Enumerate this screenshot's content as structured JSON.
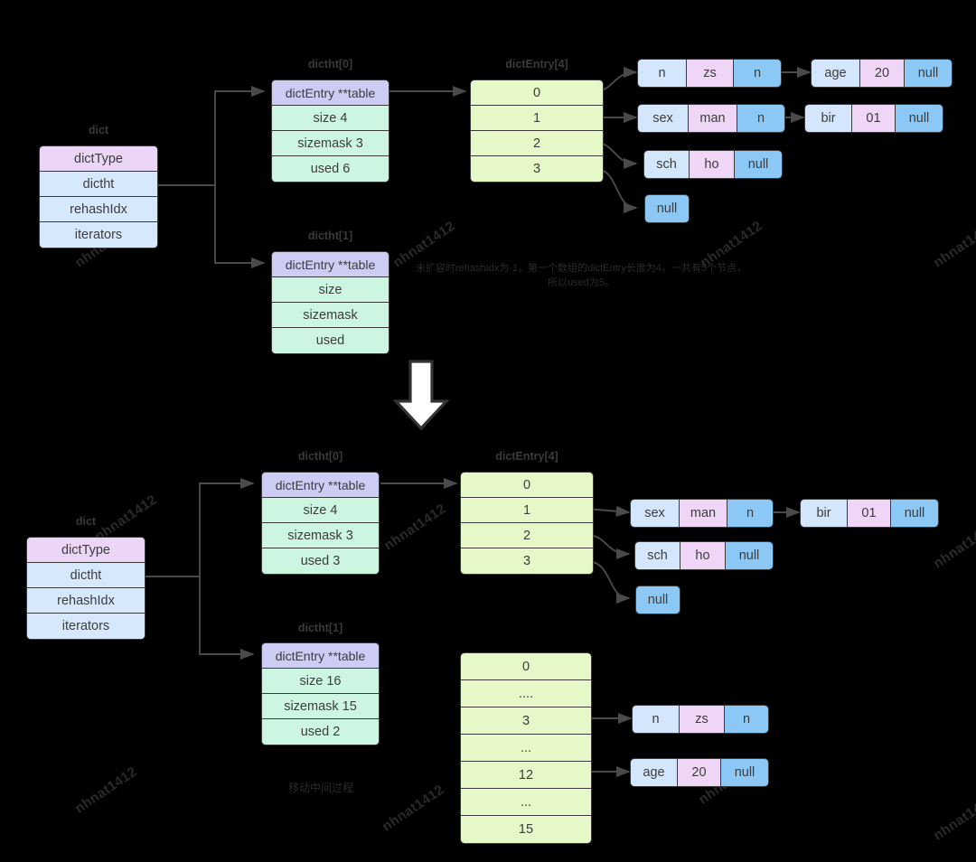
{
  "meta": {
    "watermark_text": "nhnat1412",
    "bg_color": "#000000",
    "palette": {
      "purple_header": "#ecd6f7",
      "blue_field": "#d6e8fb",
      "pointer_purple": "#ccccf5",
      "mint_field": "#ccf5e2",
      "array_green": "#e6f7c8",
      "node_key_blue": "#d3e6fb",
      "node_value_pink": "#efd6f7",
      "node_next_blue": "#8cc8f5",
      "stroke": "#3a3a3a"
    }
  },
  "top": {
    "dict": {
      "label": "dict",
      "rows": [
        {
          "text": "dictType",
          "style": "purple"
        },
        {
          "text": "dictht",
          "style": "blue"
        },
        {
          "text": "rehashIdx",
          "style": "blue"
        },
        {
          "text": "iterators",
          "style": "blue"
        }
      ]
    },
    "ht0": {
      "label": "dictht[0]",
      "rows": [
        {
          "text": "dictEntry **table",
          "style": "ptr"
        },
        {
          "text": "size 4",
          "style": "mint"
        },
        {
          "text": "sizemask 3",
          "style": "mint"
        },
        {
          "text": "used 6",
          "style": "mint"
        }
      ]
    },
    "ht1": {
      "label": "dictht[1]",
      "rows": [
        {
          "text": "dictEntry **table",
          "style": "ptr"
        },
        {
          "text": "size",
          "style": "mint"
        },
        {
          "text": "sizemask",
          "style": "mint"
        },
        {
          "text": "used",
          "style": "mint"
        }
      ]
    },
    "array": {
      "label": "dictEntry[4]",
      "cells": [
        "0",
        "1",
        "2",
        "3"
      ]
    },
    "nodes": [
      {
        "id": "n-zs",
        "segs": [
          {
            "t": "n",
            "c": "k"
          },
          {
            "t": "zs",
            "c": "v"
          },
          {
            "t": "n",
            "c": "n"
          }
        ]
      },
      {
        "id": "n-age",
        "segs": [
          {
            "t": "age",
            "c": "k"
          },
          {
            "t": "20",
            "c": "v"
          },
          {
            "t": "null",
            "c": "n"
          }
        ]
      },
      {
        "id": "n-sex",
        "segs": [
          {
            "t": "sex",
            "c": "k"
          },
          {
            "t": "man",
            "c": "v"
          },
          {
            "t": "n",
            "c": "n"
          }
        ]
      },
      {
        "id": "n-bir",
        "segs": [
          {
            "t": "bir",
            "c": "k"
          },
          {
            "t": "01",
            "c": "v"
          },
          {
            "t": "null",
            "c": "n"
          }
        ]
      },
      {
        "id": "n-sch",
        "segs": [
          {
            "t": "sch",
            "c": "k"
          },
          {
            "t": "ho",
            "c": "v"
          },
          {
            "t": "null",
            "c": "n"
          }
        ]
      },
      {
        "id": "n-null",
        "segs": [
          {
            "t": "null",
            "c": "n"
          }
        ]
      }
    ],
    "caption": "未扩容时rehashIdx为-1，第一个数组的dictEntry长度为4，一共有5个节点，所以used为5。"
  },
  "bottom": {
    "dict": {
      "label": "dict",
      "rows": [
        {
          "text": "dictType",
          "style": "purple"
        },
        {
          "text": "dictht",
          "style": "blue"
        },
        {
          "text": "rehashIdx",
          "style": "blue"
        },
        {
          "text": "iterators",
          "style": "blue"
        }
      ]
    },
    "ht0": {
      "label": "dictht[0]",
      "rows": [
        {
          "text": "dictEntry **table",
          "style": "ptr"
        },
        {
          "text": "size 4",
          "style": "mint"
        },
        {
          "text": "sizemask 3",
          "style": "mint"
        },
        {
          "text": "used 3",
          "style": "mint"
        }
      ]
    },
    "ht1": {
      "label": "dictht[1]",
      "rows": [
        {
          "text": "dictEntry **table",
          "style": "ptr"
        },
        {
          "text": "size 16",
          "style": "mint"
        },
        {
          "text": "sizemask 15",
          "style": "mint"
        },
        {
          "text": "used 2",
          "style": "mint"
        }
      ]
    },
    "array0": {
      "label": "dictEntry[4]",
      "cells": [
        "0",
        "1",
        "2",
        "3"
      ]
    },
    "array1": {
      "label": "",
      "cells": [
        "0",
        "....",
        "3",
        "...",
        "12",
        "...",
        "15"
      ]
    },
    "nodes": [
      {
        "id": "b-sex",
        "segs": [
          {
            "t": "sex",
            "c": "k"
          },
          {
            "t": "man",
            "c": "v"
          },
          {
            "t": "n",
            "c": "n"
          }
        ]
      },
      {
        "id": "b-bir",
        "segs": [
          {
            "t": "bir",
            "c": "k"
          },
          {
            "t": "01",
            "c": "v"
          },
          {
            "t": "null",
            "c": "n"
          }
        ]
      },
      {
        "id": "b-sch",
        "segs": [
          {
            "t": "sch",
            "c": "k"
          },
          {
            "t": "ho",
            "c": "v"
          },
          {
            "t": "null",
            "c": "n"
          }
        ]
      },
      {
        "id": "b-null",
        "segs": [
          {
            "t": "null",
            "c": "n"
          }
        ]
      },
      {
        "id": "b-zs",
        "segs": [
          {
            "t": "n",
            "c": "k"
          },
          {
            "t": "zs",
            "c": "v"
          },
          {
            "t": "n",
            "c": "n"
          }
        ]
      },
      {
        "id": "b-age",
        "segs": [
          {
            "t": "age",
            "c": "k"
          },
          {
            "t": "20",
            "c": "v"
          },
          {
            "t": "null",
            "c": "n"
          }
        ]
      }
    ],
    "caption": "移动中间过程"
  }
}
